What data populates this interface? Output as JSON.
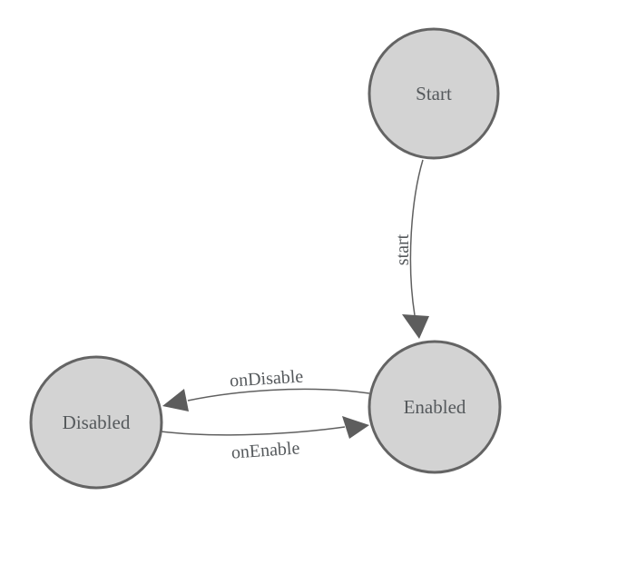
{
  "diagram": {
    "type": "state-machine",
    "nodes": [
      {
        "id": "start",
        "label": "Start"
      },
      {
        "id": "enabled",
        "label": "Enabled"
      },
      {
        "id": "disabled",
        "label": "Disabled"
      }
    ],
    "edges": [
      {
        "from": "Start",
        "to": "Enabled",
        "label": "start"
      },
      {
        "from": "Enabled",
        "to": "Disabled",
        "label": "onDisable"
      },
      {
        "from": "Disabled",
        "to": "Enabled",
        "label": "onEnable"
      }
    ]
  },
  "colors": {
    "background": "#ffffff",
    "node_fill": "#d3d3d3",
    "node_stroke": "#646464",
    "edge_stroke": "#606060",
    "arrowhead_fill": "#5d5d5d",
    "label_text": "#55595c"
  }
}
